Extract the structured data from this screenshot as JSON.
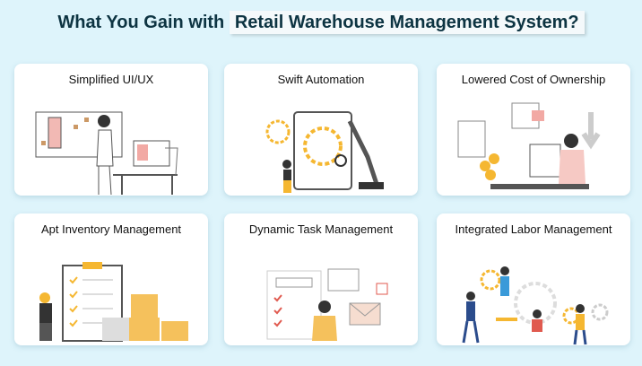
{
  "title": {
    "prefix": "What You Gain with",
    "highlight": "Retail Warehouse Management System?"
  },
  "cards": [
    {
      "label": "Simplified UI/UX",
      "icon": "designer-whiteboard-illustration"
    },
    {
      "label": "Swift Automation",
      "icon": "robot-arm-gears-illustration"
    },
    {
      "label": "Lowered Cost of Ownership",
      "icon": "developer-cost-illustration"
    },
    {
      "label": "Apt Inventory Management",
      "icon": "clipboard-boxes-illustration"
    },
    {
      "label": "Dynamic Task Management",
      "icon": "task-checklist-illustration"
    },
    {
      "label": "Integrated Labor Management",
      "icon": "team-gears-illustration"
    }
  ],
  "colors": {
    "background": "#def4fb",
    "title": "#0d3442",
    "accent": "#f5b731",
    "pink": "#f2a9a4"
  }
}
